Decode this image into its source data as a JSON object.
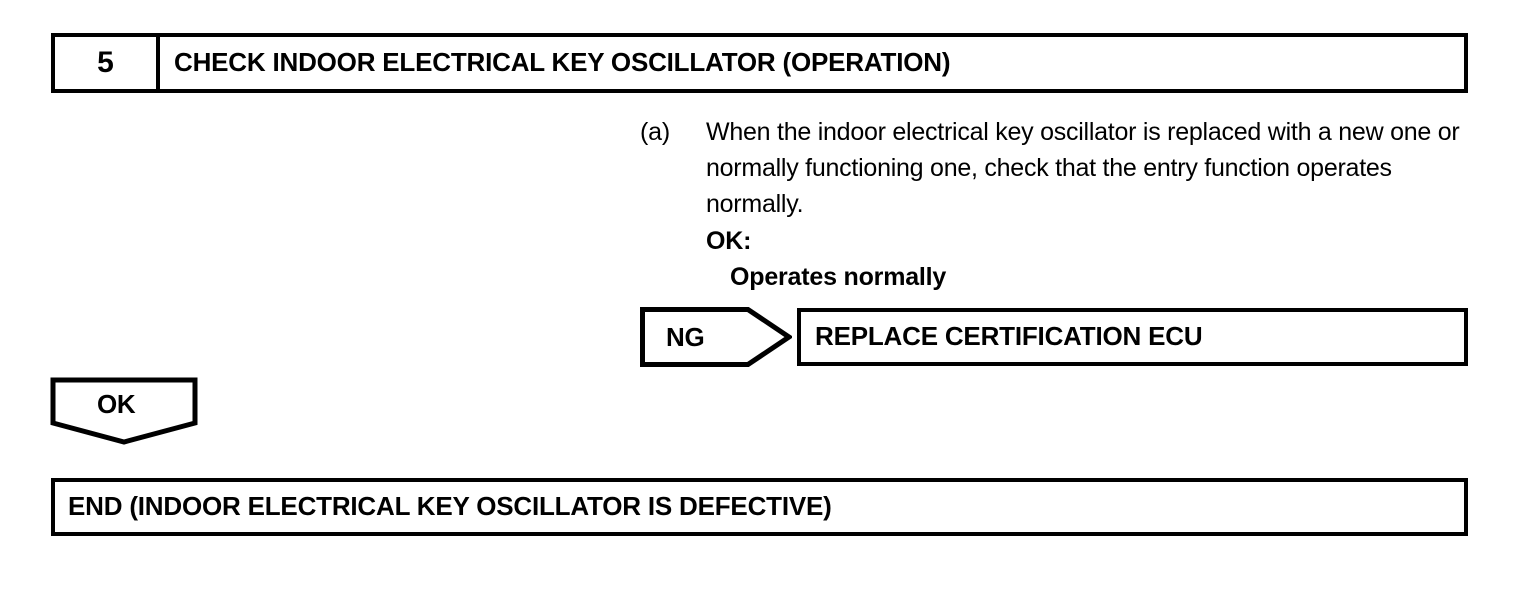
{
  "step": {
    "number": "5",
    "title": "CHECK INDOOR ELECTRICAL KEY OSCILLATOR (OPERATION)"
  },
  "procedure": {
    "marker": "(a)",
    "text": "When the indoor electrical key oscillator is replaced with a new one or normally functioning one, check that the entry function operates normally.",
    "ok_label": "OK:",
    "ok_value": "Operates normally"
  },
  "branches": {
    "ng": {
      "label": "NG",
      "result": "REPLACE CERTIFICATION ECU"
    },
    "ok": {
      "label": "OK",
      "result": "END (INDOOR ELECTRICAL KEY OSCILLATOR IS DEFECTIVE)"
    }
  },
  "colors": {
    "line": "#000000",
    "background": "#ffffff"
  }
}
